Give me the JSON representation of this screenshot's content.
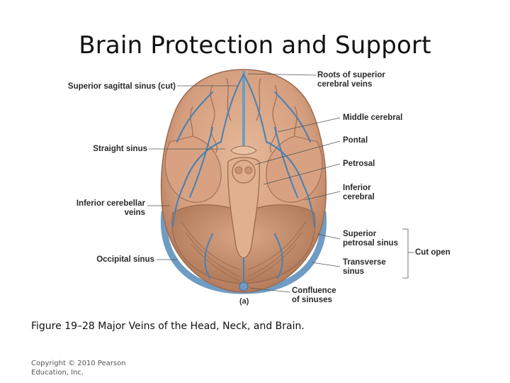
{
  "slide": {
    "title": "Brain Protection and Support",
    "caption": "Figure 19–28 Major Veins of the Head, Neck, and Brain.",
    "copyright": "Copyright © 2010 Pearson Education, Inc."
  },
  "diagram": {
    "panel_label": "(a)",
    "labels_left": {
      "superior_sagittal": "Superior sagittal sinus (cut)",
      "straight": "Straight sinus",
      "inferior_cerebellar_1": "Inferior cerebellar",
      "inferior_cerebellar_2": "veins",
      "occipital": "Occipital sinus"
    },
    "labels_right": {
      "roots_1": "Roots of superior",
      "roots_2": "cerebral veins",
      "middle_cerebral": "Middle cerebral",
      "pontal": "Pontal",
      "petrosal": "Petrosal",
      "inferior_cerebral_1": "Inferior",
      "inferior_cerebral_2": "cerebral",
      "superior_petrosal_1": "Superior",
      "superior_petrosal_2": "petrosal sinus",
      "transverse_1": "Transverse",
      "transverse_2": "sinus",
      "confluence_1": "Confluence",
      "confluence_2": "of sinuses",
      "cut_open": "Cut open"
    },
    "colors": {
      "brain_fill": "#d9a585",
      "brain_shadow": "#b9805f",
      "vein": "#4a82b4",
      "sinus": "#6f9cc4"
    }
  }
}
